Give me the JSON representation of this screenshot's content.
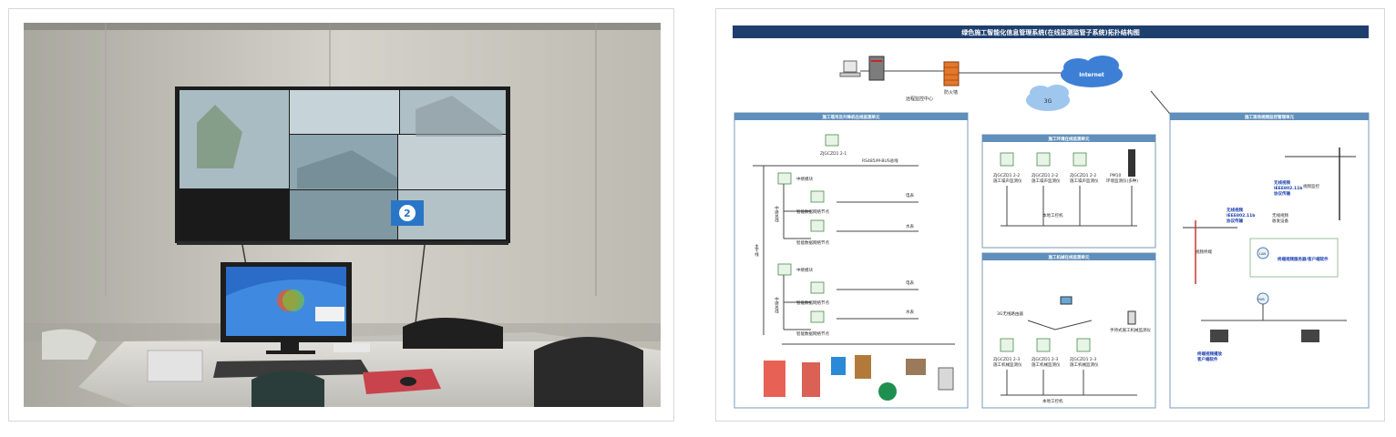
{
  "diagram": {
    "title": "绿色施工智能化信息管理系统(在线监测监管子系统)拓扑结构图",
    "top": {
      "monitor_center": "远程监控中心",
      "firewall": "防火墙",
      "internet": "Internet",
      "cloud_3g": "3G"
    },
    "section_a": {
      "header": "施工塔吊及升降机在线监测单元",
      "gateway": "ZJGCZD1 2-1",
      "bus": "RS485/M-BUS总线",
      "trunk": "主干线",
      "relay_module": "中继模块",
      "relay_bus": "中继总线",
      "node_label": "智能数据网络节点",
      "ammeter": "电表",
      "water_meter": "水表"
    },
    "section_b": {
      "header": "施工环境在线监测单元",
      "device1": "ZJGCZD1 2-2",
      "device1_label": "施工噪声监测仪",
      "device2": "ZJGCZD1 2-2",
      "device2_label": "施工噪声监测仪",
      "device3": "ZJGCZD1 2-2",
      "device3_label": "施工噪声监测仪",
      "device4": "PM10",
      "device4_label": "环境监测仪(多种)",
      "pc": "本地工控机"
    },
    "section_c": {
      "header": "施工机械在线监测单元",
      "router": "3G无线路由器",
      "handheld": "手持式施工机械监测仪",
      "device1": "ZJGCZD1 2-3",
      "device1_label": "施工机械监测仪",
      "device2": "ZJGCZD1 2-3",
      "device2_label": "施工机械监测仪",
      "device3": "ZJGCZD1 2-3",
      "device3_label": "施工机械监测仪",
      "pc": "本地工控机"
    },
    "section_d": {
      "header": "施工现场视频监控管理单元",
      "crane_monitor": "视频监控",
      "wireless1": "无线视频",
      "wireless1_b": "IEEE802.11b",
      "wireless1_c": "协议传输",
      "wireless2": "无线视频",
      "wireless2_b": "IEEE802.11b",
      "wireless2_c": "协议传输",
      "transceiver": "无线视频",
      "transceiver_b": "收发设备",
      "video_terminal": "视频终端",
      "server": "终端视频服务器/客户端软件",
      "terminal_software": "终端视频播放",
      "terminal_software_b": "客户端软件",
      "lan": "LAN",
      "hub": "HUB"
    }
  }
}
